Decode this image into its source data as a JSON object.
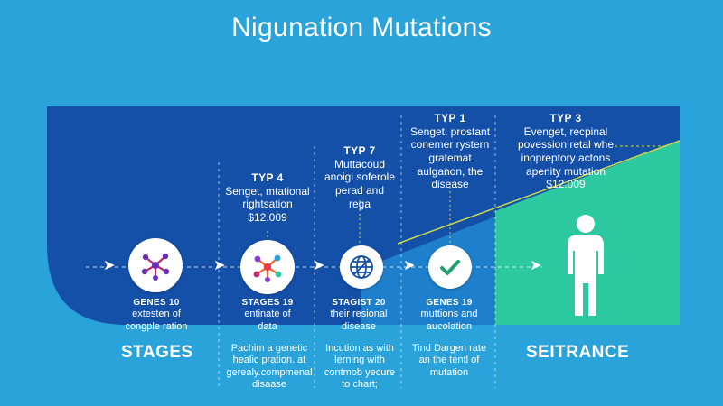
{
  "title": "Nigunation Mutations",
  "colors": {
    "background": "#29a3d9",
    "panel": "#1550a8",
    "teal": "#2cc9a0",
    "mid_blue": "#1e7fcc",
    "yellow_line": "#c9d94a"
  },
  "types": [
    {
      "title": "TYP 4",
      "lines": [
        "Senget, mtational",
        "rightsation",
        "$12.009"
      ]
    },
    {
      "title": "TYP 7",
      "lines": [
        "Muttacoud",
        "anoigi soferole",
        "perad and",
        "rega"
      ]
    },
    {
      "title": "TYP 1",
      "lines": [
        "Senget, prostant",
        "conemer rystern",
        "gratemat",
        "aulganon, the",
        "disease"
      ]
    },
    {
      "title": "TYP 3",
      "lines": [
        "Evenget, recpinal",
        "povession retal whe",
        "inopreptory actons",
        "apenity mutation",
        "$12.009"
      ]
    }
  ],
  "stages": [
    {
      "head": "GENES 10",
      "lines": [
        "extesten of",
        "congple ration"
      ],
      "icon": "molecule-icon"
    },
    {
      "head": "STAGES 19",
      "lines": [
        "entinate of",
        "data"
      ],
      "icon": "molecule-icon"
    },
    {
      "head": "STAGIST 20",
      "lines": [
        "their resional",
        "disease"
      ],
      "icon": "globe-icon"
    },
    {
      "head": "GENES 19",
      "lines": [
        "muttions and",
        "aucolation"
      ],
      "icon": "checkmark-icon"
    }
  ],
  "bottom_notes": [
    {
      "lines": [
        "Pachim a genetic",
        "healic pration. at",
        "gerealy.compmenal",
        "disaase"
      ]
    },
    {
      "lines": [
        "Incution as with",
        "lerning with",
        "contmob yecure",
        "to chart;"
      ]
    },
    {
      "lines": [
        "Tind Dargen rate",
        "an the tentl of",
        "mutation"
      ]
    }
  ],
  "labels": {
    "stages": "STAGES",
    "seitrance": "SEITRANCE"
  },
  "icons": [
    "molecule-icon",
    "globe-icon",
    "checkmark-icon",
    "human-figure-icon",
    "arrow-icon"
  ]
}
